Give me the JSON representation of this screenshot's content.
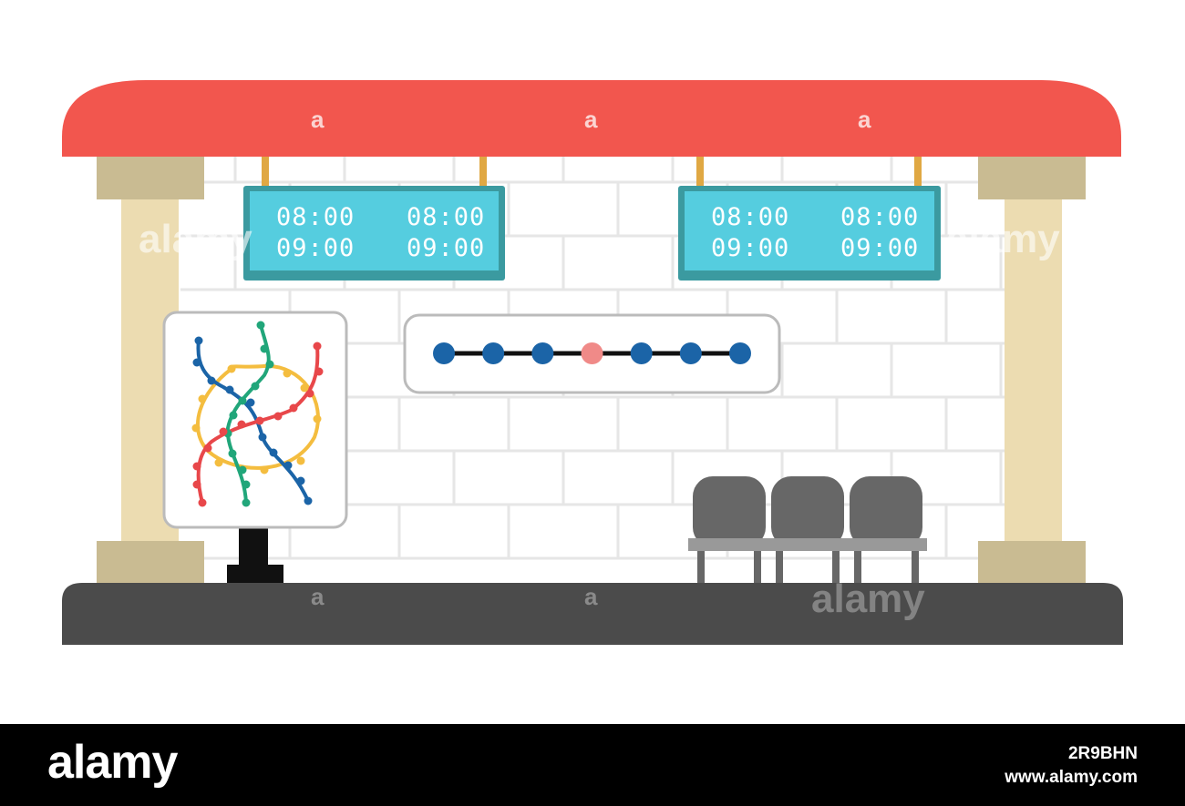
{
  "departure_boards": [
    {
      "rows": [
        [
          "08:00",
          "08:00"
        ],
        [
          "09:00",
          "09:00"
        ]
      ]
    },
    {
      "rows": [
        [
          "08:00",
          "08:00"
        ],
        [
          "09:00",
          "09:00"
        ]
      ]
    }
  ],
  "route_sign": {
    "stop_count": 7,
    "current_stop_index": 3
  },
  "bench": {
    "seat_count": 3
  },
  "watermark": {
    "mark": "a",
    "brand": "alamy"
  },
  "footer": {
    "brand": "alamy",
    "image_id": "2R9BHN",
    "site": "www.alamy.com"
  },
  "colors": {
    "roof": "#f2564e",
    "pillar": "#ecdcb1",
    "pillar_cap": "#c9bb92",
    "wall": "#ffffff",
    "brick_line": "#e6e6e6",
    "board": "#55cddf",
    "board_frame": "#3b9aa0",
    "platform": "#4b4b4b",
    "seat": "#676767",
    "route_stop": "#1b64a7",
    "route_current": "#f08a88",
    "map_red": "#e8474a",
    "map_blue": "#1b64a7",
    "map_green": "#21a67a",
    "map_yellow": "#f4bd3f"
  }
}
